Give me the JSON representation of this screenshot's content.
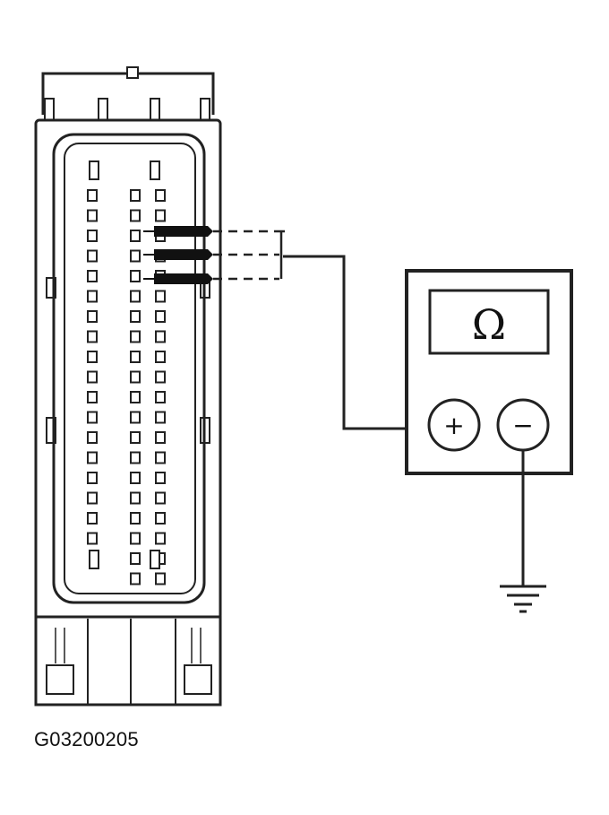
{
  "figure": {
    "code": "G03200205",
    "meter_display": "Ω",
    "plus_label": "+",
    "minus_label": "−"
  },
  "connector": {
    "pin_rows": 20,
    "pin_columns": 3
  }
}
